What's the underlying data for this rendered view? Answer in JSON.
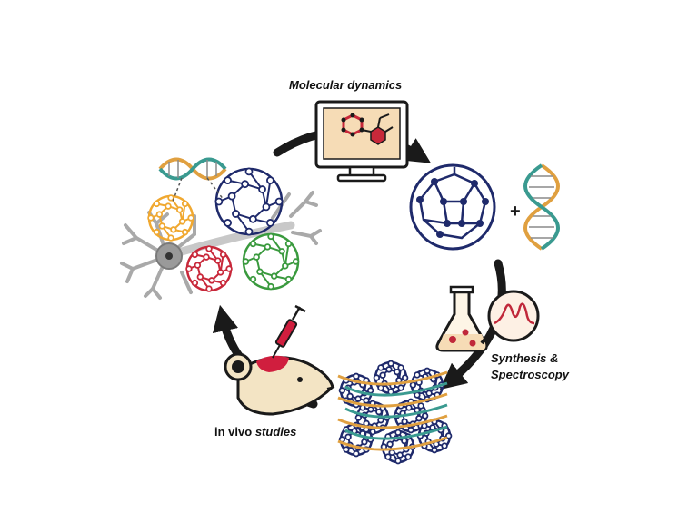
{
  "labels": {
    "molecular_dynamics": "Molecular dynamics",
    "synthesis_line1": "Synthesis &",
    "synthesis_line2": "Spectroscopy",
    "in_vivo_prefix": "in vivo",
    "in_vivo_suffix": "studies",
    "plus_sign": "+"
  },
  "colors": {
    "ink": "#1a1a1a",
    "navy_cage": "#1f2a6b",
    "orange_cage": "#f0a830",
    "red_cage": "#c8283a",
    "green_cage": "#3a9a3e",
    "dna_orange": "#e0a040",
    "dna_teal": "#3a9a90",
    "neuron_gray": "#a9a9a9",
    "flask_red": "#c0283a",
    "mouse_body": "#f3e4c4",
    "mouse_head_mark": "#d01e3e",
    "monitor_screen": "#f6dcb6"
  }
}
